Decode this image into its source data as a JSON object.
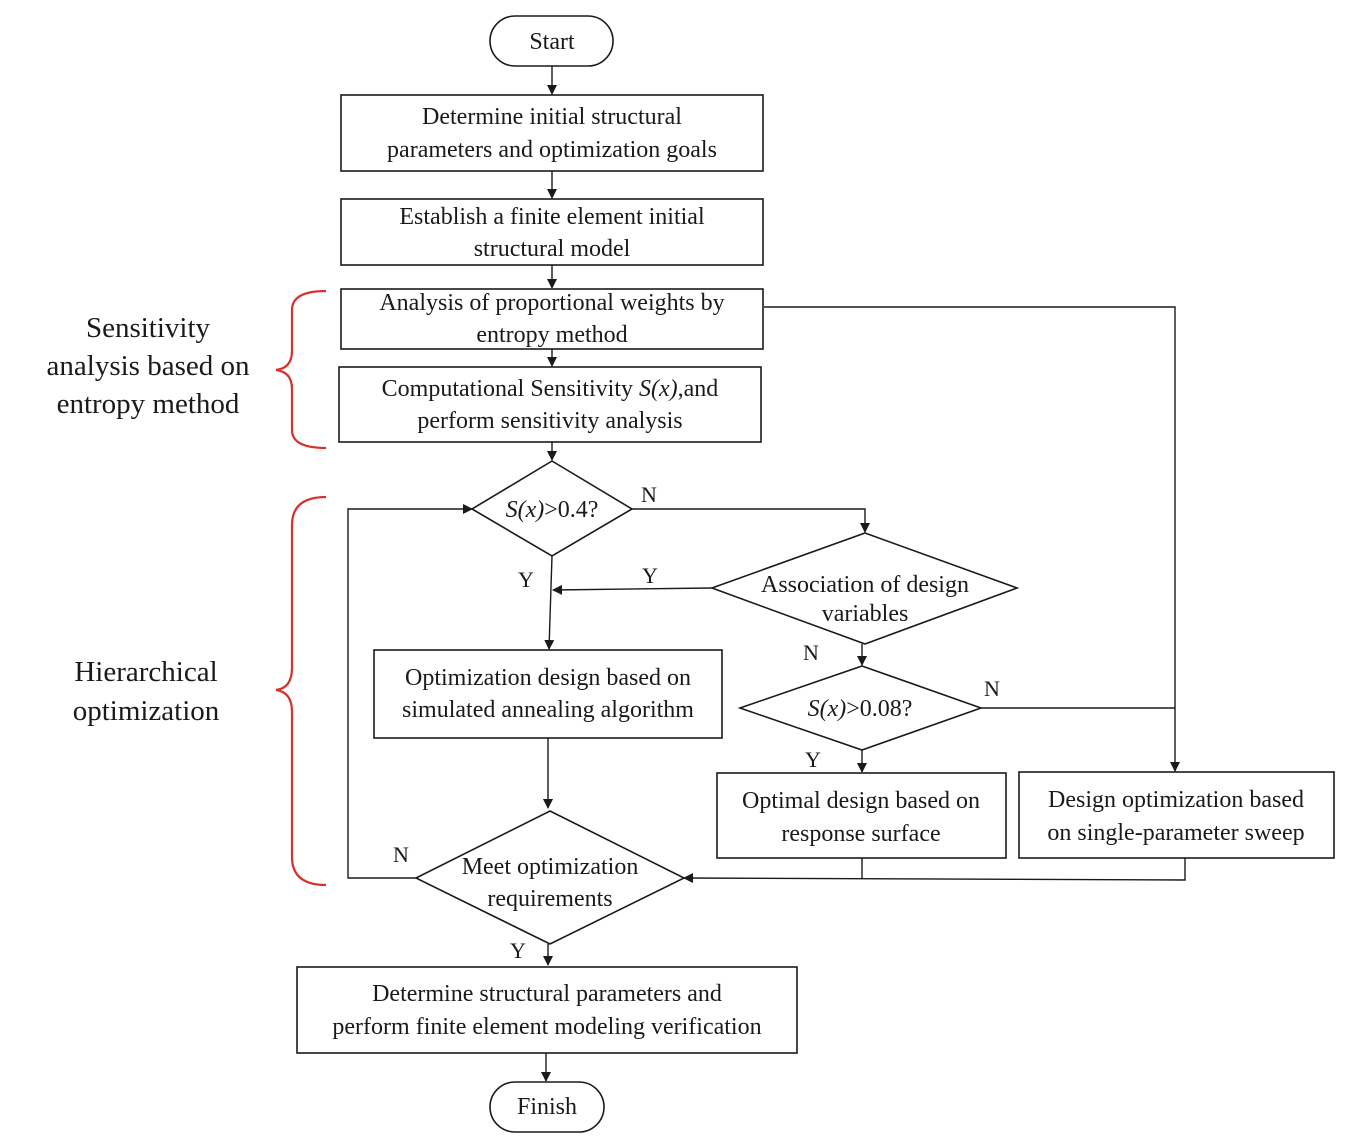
{
  "nodes": {
    "start": {
      "label": "Start"
    },
    "determine_initial": {
      "line1": "Determine initial structural",
      "line2": "parameters and optimization goals"
    },
    "establish_model": {
      "line1": "Establish a finite element initial",
      "line2": "structural model"
    },
    "entropy_weights": {
      "line1": "Analysis of proportional weights by",
      "line2": "entropy method"
    },
    "sensitivity": {
      "line1_pre": "Computational Sensitivity ",
      "line1_italic": "S(x)",
      "line1_post": ",and",
      "line2": "perform sensitivity analysis"
    },
    "decision_04": {
      "italic": "S(x)",
      "rest": ">0.4?"
    },
    "association": {
      "line1": "Association of design",
      "line2": "variables"
    },
    "decision_008": {
      "italic": "S(x)",
      "rest": ">0.08?"
    },
    "simulated_annealing": {
      "line1": "Optimization design based on",
      "line2": "simulated annealing algorithm"
    },
    "response_surface": {
      "line1": "Optimal design based on",
      "line2": "response surface"
    },
    "single_sweep": {
      "line1": "Design optimization based",
      "line2": "on single-parameter sweep"
    },
    "meet_requirements": {
      "line1": "Meet optimization",
      "line2": "requirements"
    },
    "final_verification": {
      "line1": "Determine structural parameters and",
      "line2": "perform finite element modeling verification"
    },
    "finish": {
      "label": "Finish"
    }
  },
  "edge_labels": {
    "d04_no": "N",
    "d04_yes": "Y",
    "association_yes": "Y",
    "association_no": "N",
    "d008_no": "N",
    "d008_yes": "Y",
    "meet_no": "N",
    "meet_yes": "Y"
  },
  "groups": {
    "sensitivity": {
      "line1": "Sensitivity",
      "line2": "analysis based on",
      "line3": "entropy method"
    },
    "hierarchical": {
      "line1": "Hierarchical",
      "line2": "optimization"
    }
  },
  "colors": {
    "line": "#1a1a1a",
    "brace": "#d9302c",
    "background": "#ffffff"
  }
}
